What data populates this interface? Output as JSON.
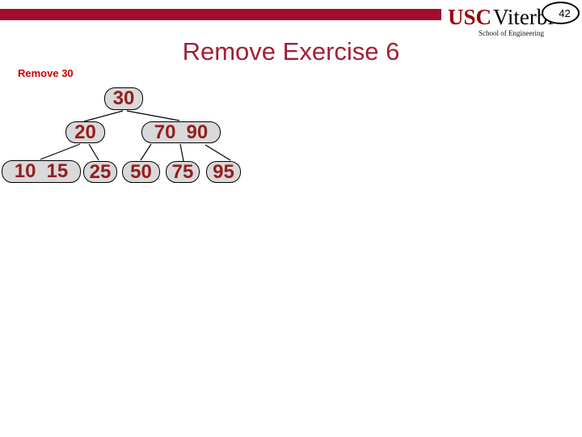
{
  "page": {
    "page_number": "42",
    "title": "Remove Exercise 6",
    "action_label": "Remove 30"
  },
  "logo": {
    "usc": "USC",
    "viterbi": "Viterbi",
    "school": "School of Engineering"
  },
  "colors": {
    "bar": "#A00D2E",
    "title": "#A41E35",
    "action_label": "#CC0000",
    "usc_red": "#990000",
    "node_fill": "#D9D9D9",
    "node_border": "#000000",
    "node_text": "#931F1F",
    "edge": "#000000"
  },
  "tree": {
    "nodes": [
      {
        "id": "n30",
        "keys": [
          "30"
        ]
      },
      {
        "id": "n20",
        "keys": [
          "20"
        ]
      },
      {
        "id": "n70-90",
        "keys": [
          "70",
          "90"
        ]
      },
      {
        "id": "n10-15",
        "keys": [
          "10",
          "15"
        ]
      },
      {
        "id": "n25",
        "keys": [
          "25"
        ]
      },
      {
        "id": "n50",
        "keys": [
          "50"
        ]
      },
      {
        "id": "n75",
        "keys": [
          "75"
        ]
      },
      {
        "id": "n95",
        "keys": [
          "95"
        ]
      }
    ],
    "edges": [
      {
        "from": "n30",
        "to": "n20"
      },
      {
        "from": "n30",
        "to": "n70-90"
      },
      {
        "from": "n20",
        "to": "n10-15"
      },
      {
        "from": "n20",
        "to": "n25"
      },
      {
        "from": "n70-90",
        "to": "n50"
      },
      {
        "from": "n70-90",
        "to": "n75"
      },
      {
        "from": "n70-90",
        "to": "n95"
      }
    ]
  }
}
